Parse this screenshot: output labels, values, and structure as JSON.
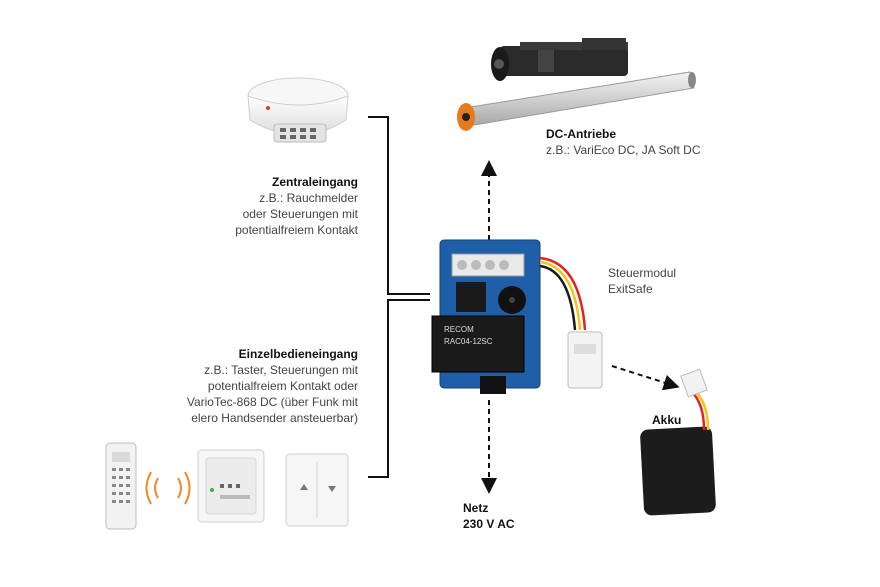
{
  "zentral": {
    "title": "Zentraleingang",
    "lines": [
      "z.B.: Rauchmelder",
      "oder Steuerungen mit",
      "potentialfreiem Kontakt"
    ]
  },
  "einzel": {
    "title": "Einzelbedieneingang",
    "lines": [
      "z.B.: Taster, Steuerungen mit",
      "potentialfreiem Kontakt oder",
      "VarioTec-868 DC (über Funk mit",
      "elero Handsender ansteuerbar)"
    ]
  },
  "dc": {
    "title": "DC-Antriebe",
    "subtitle": "z.B.: VariEco DC, JA Soft DC"
  },
  "steuermodul": {
    "line1": "Steuermodul",
    "line2": "ExitSafe"
  },
  "akku": {
    "title": "Akku"
  },
  "netz": {
    "title": "Netz",
    "subtitle": "230 V AC"
  },
  "module": {
    "chip_label": "RAC04-12SC",
    "chip_brand": "RECOM"
  },
  "colors": {
    "line": "#111111",
    "pcb": "#1f5fa8",
    "chip": "#1a1a1a",
    "battery": "#1c1c1c",
    "antenna_wave": "#f08a1c",
    "motor_tube": "#d9d9d9",
    "motor_cap": "#e87a1e"
  },
  "icons": [
    "smoke-detector-icon",
    "motor-icon",
    "motor-tube-icon",
    "control-module-icon",
    "battery-icon",
    "remote-control-icon",
    "radio-waves-icon",
    "switch-icon",
    "push-button-icon"
  ]
}
